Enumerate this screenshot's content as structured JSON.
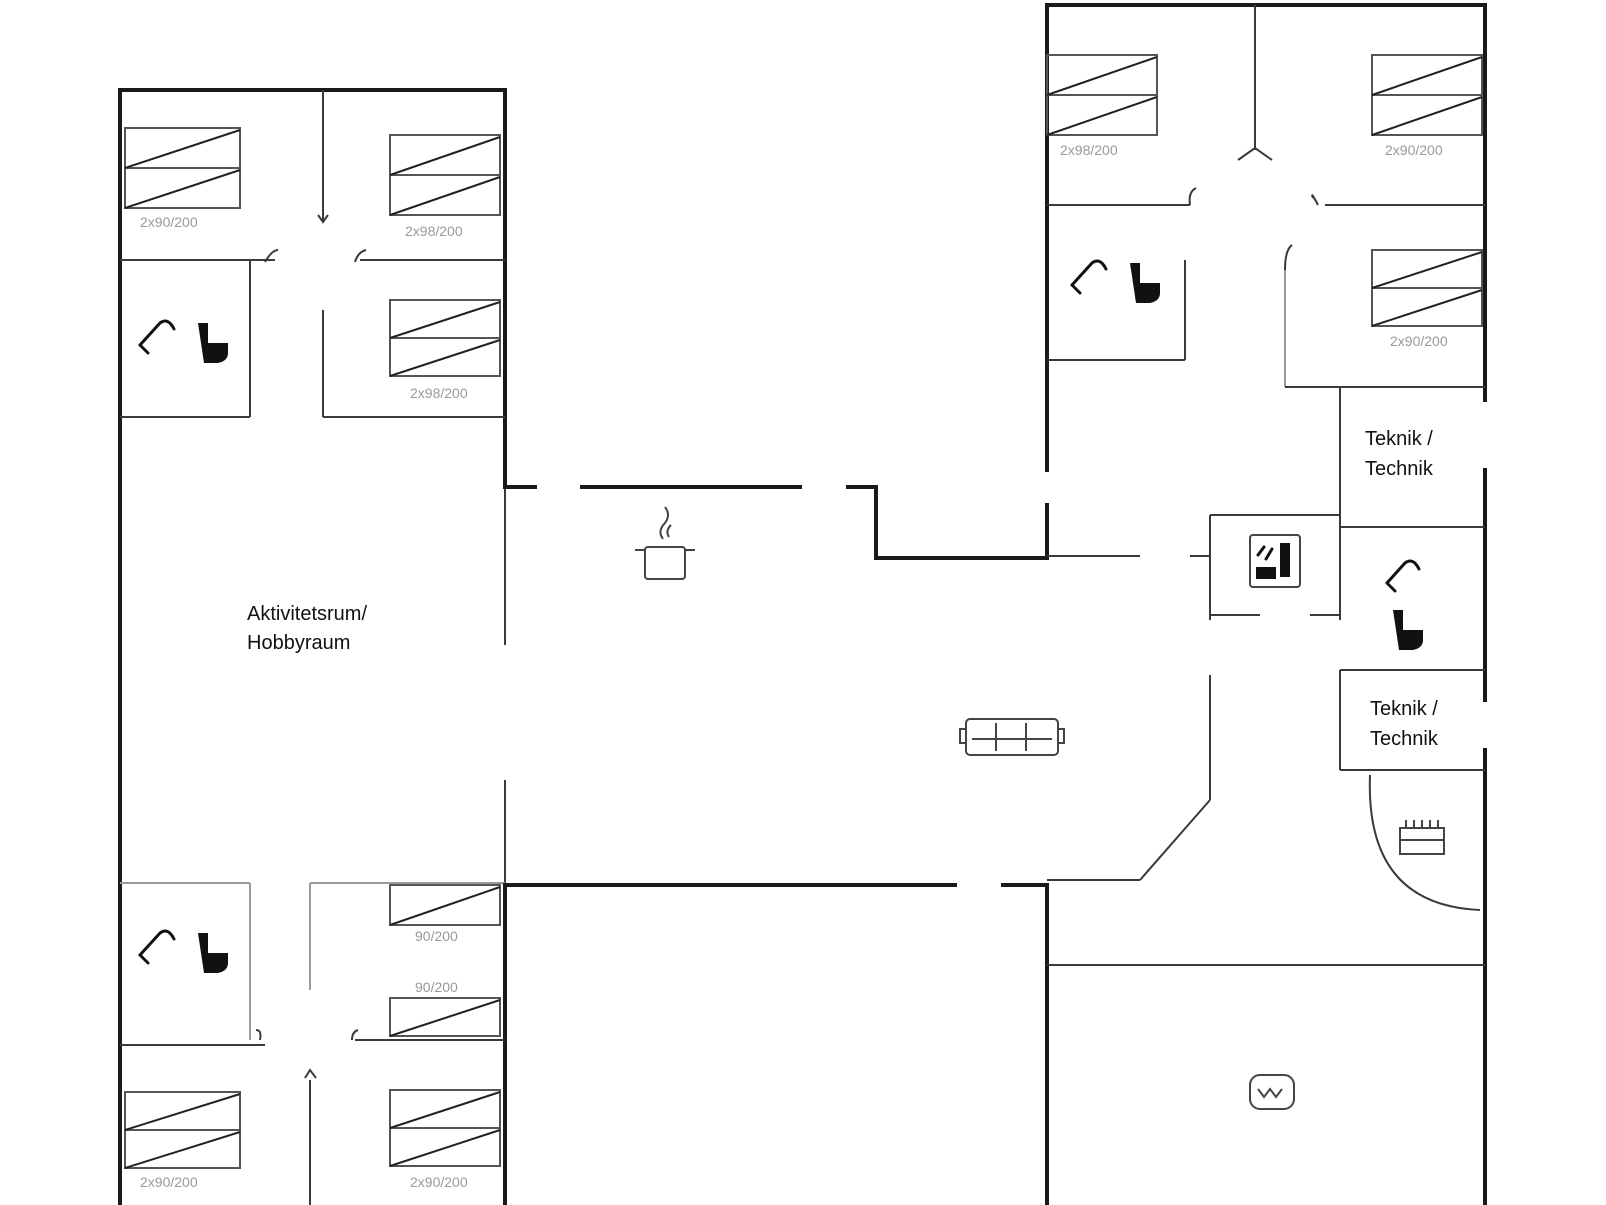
{
  "rooms": {
    "activity_label_line1": "Aktivitetsrum/",
    "activity_label_line2": "Hobbyraum",
    "technik_upper_line1": "Teknik /",
    "technik_upper_line2": "Technik",
    "technik_lower_line1": "Teknik /",
    "technik_lower_line2": "Technik"
  },
  "beds": {
    "left_top_left": "2x90/200",
    "left_top_right": "2x98/200",
    "left_mid_right": "2x98/200",
    "left_bottom_upper": "90/200",
    "left_bottom_middle": "90/200",
    "left_bottom_left": "2x90/200",
    "left_bottom_right": "2x90/200",
    "right_top_left": "2x98/200",
    "right_top_right": "2x90/200",
    "right_mid": "2x90/200"
  },
  "icons": {
    "bathroom": "shower-toilet-icon",
    "kitchen": "cooking-pot-icon",
    "sofa": "sofa-icon",
    "sauna": "sauna-icon",
    "whirlpool": "whirlpool-icon",
    "hot_tub": "hot-tub-icon"
  },
  "colors": {
    "wall": "#1a1a1a",
    "bed_outline": "#555555",
    "bed_label": "#999999"
  }
}
